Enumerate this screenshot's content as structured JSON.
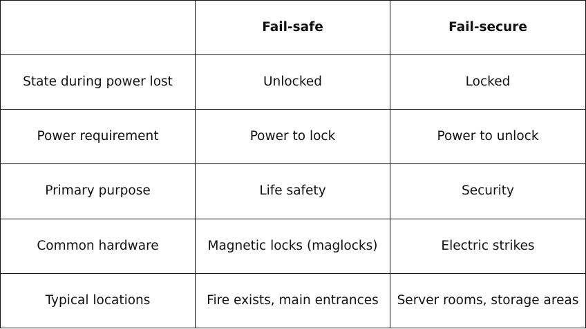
{
  "table": {
    "columns": [
      "",
      "Fail-safe",
      "Fail-secure"
    ],
    "rows": [
      [
        "State during power lost",
        "Unlocked",
        "Locked"
      ],
      [
        "Power requirement",
        "Power to lock",
        "Power to unlock"
      ],
      [
        "Primary purpose",
        "Life safety",
        "Security"
      ],
      [
        "Common hardware",
        "Magnetic locks (maglocks)",
        "Electric strikes"
      ],
      [
        "Typical locations",
        "Fire exists, main entrances",
        "Server rooms, storage areas"
      ]
    ]
  }
}
